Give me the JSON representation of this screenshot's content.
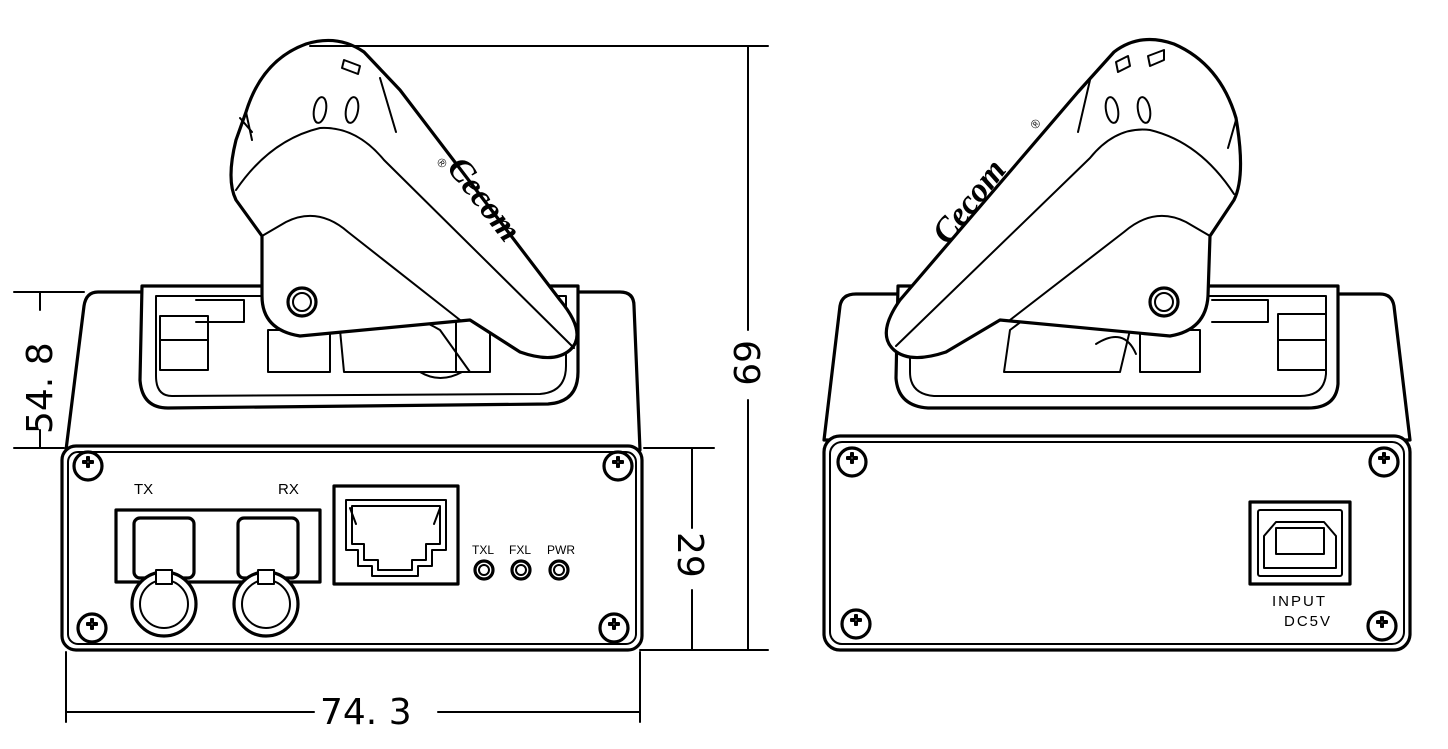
{
  "dimensions": {
    "width": "74. 3",
    "total_height": "69",
    "body_depth": "54. 8",
    "front_height": "29"
  },
  "front_panel": {
    "tx_label": "TX",
    "rx_label": "RX",
    "leds": [
      "TXL",
      "FXL",
      "PWR"
    ]
  },
  "rear_panel": {
    "input_label": "INPUT",
    "power_label": "DC5V"
  },
  "brand": {
    "name": "Cecom",
    "mark": "®"
  }
}
